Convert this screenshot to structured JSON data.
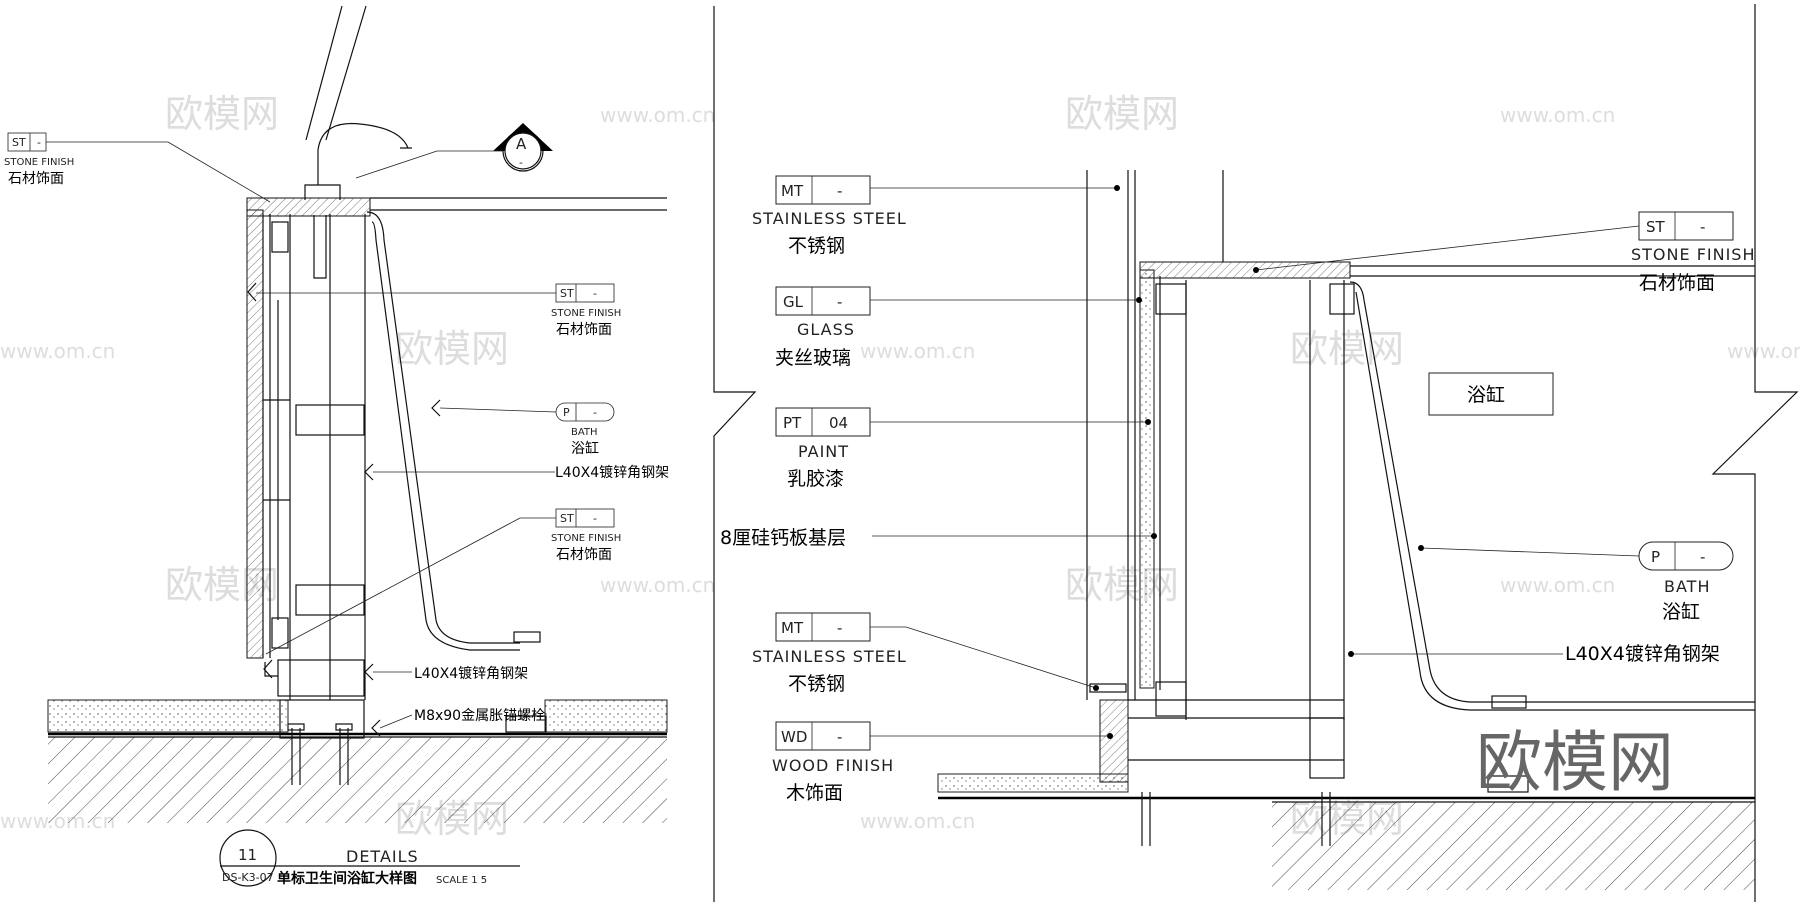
{
  "watermark": {
    "cn": "欧模网",
    "url": "www.om.cn"
  },
  "left": {
    "section_mark": {
      "letter": "A",
      "dash": "-"
    },
    "callouts": [
      {
        "code": "ST",
        "dash": "-",
        "en": "STONE FINISH",
        "cn": "石材饰面"
      },
      {
        "code": "ST",
        "dash": "-",
        "en": "STONE FINISH",
        "cn": "石材饰面"
      },
      {
        "code": "P",
        "dash": "-",
        "en": "BATH",
        "cn": "浴缸"
      },
      {
        "code": "ST",
        "dash": "-",
        "en": "STONE FINISH",
        "cn": "石材饰面"
      }
    ],
    "notes": [
      "L40X4镀锌角钢架",
      "L40X4镀锌角钢架",
      "M8x90金属胀锚螺栓"
    ],
    "title_block": {
      "number": "11",
      "sheet": "DS-K3-07",
      "heading": "DETAILS",
      "name": "单标卫生间浴缸大样图",
      "scale": "SCALE 1 5"
    }
  },
  "right": {
    "callouts": [
      {
        "code": "MT",
        "dash": "-",
        "en": "STAINLESS STEEL",
        "cn": "不锈钢"
      },
      {
        "code": "GL",
        "dash": "-",
        "en": "GLASS",
        "cn": "夹丝玻璃"
      },
      {
        "code": "PT",
        "dash": "04",
        "en": "PAINT",
        "cn": "乳胶漆"
      },
      {
        "code": "MT",
        "dash": "-",
        "en": "STAINLESS STEEL",
        "cn": "不锈钢"
      },
      {
        "code": "WD",
        "dash": "-",
        "en": "WOOD FINISH",
        "cn": "木饰面"
      },
      {
        "code": "ST",
        "dash": "-",
        "en": "STONE FINISH",
        "cn": "石材饰面"
      },
      {
        "code": "P",
        "dash": "-",
        "en": "BATH",
        "cn": "浴缸"
      }
    ],
    "notes": [
      "8厘硅钙板基层",
      "L40X4镀锌角钢架"
    ],
    "room_label": "浴缸"
  }
}
